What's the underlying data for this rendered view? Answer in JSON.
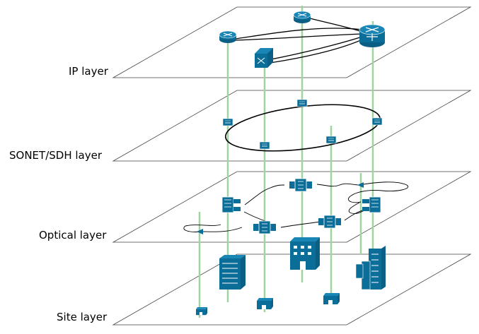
{
  "layers": [
    {
      "label": "IP layer"
    },
    {
      "label": "SONET/SDH layer"
    },
    {
      "label": "Optical layer"
    },
    {
      "label": "Site layer"
    }
  ],
  "icons": {
    "router": "router-icon",
    "core_router": "core-router-icon",
    "atm_switch": "atm-switch-icon",
    "adm": "sonet-adm-icon",
    "oxc": "optical-cross-connect-icon",
    "amplifier": "optical-amplifier-icon",
    "building": "office-building-icon",
    "site": "site-node-icon"
  },
  "colors": {
    "device": "#0b6e99",
    "vertical_link": "#9fd49f",
    "plane_edge": "#444444",
    "link": "#000000"
  }
}
